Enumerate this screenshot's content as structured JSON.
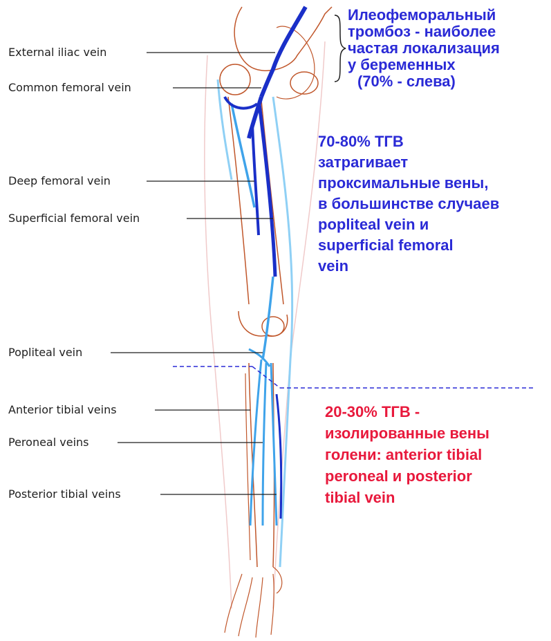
{
  "labels": {
    "external_iliac": "External iliac vein",
    "common_femoral": "Common femoral vein",
    "deep_femoral": "Deep femoral vein",
    "superficial_femoral": "Superficial femoral vein",
    "popliteal": "Popliteal vein",
    "anterior_tibial": "Anterior tibial veins",
    "peroneal": "Peroneal veins",
    "posterior_tibial": "Posterior tibial veins"
  },
  "notes": {
    "iliofemoral": [
      "Илеофеморальный",
      "тромбоз - наиболее",
      "частая локализация",
      "у беременных",
      "(70% - слева)"
    ],
    "proximal": [
      "70-80% ТГВ",
      "затрагивает",
      "проксимальные вены,",
      "в большинстве случаев",
      "popliteal vein и",
      "superficial femoral",
      "vein"
    ],
    "distal": [
      "20-30% ТГВ -",
      "изолированные вены",
      "голени: anterior tibial",
      "peroneal и posterior",
      "tibial vein"
    ]
  },
  "colors": {
    "note_blue": "#2a2ad6",
    "note_red": "#e8193c",
    "deep_vein": "#1a2fc8",
    "superficial_vein": "#3fa3ea",
    "light_vein": "#8fd0f5",
    "bone_outline": "#c0562a",
    "skin_outline": "#e9b9b9"
  }
}
